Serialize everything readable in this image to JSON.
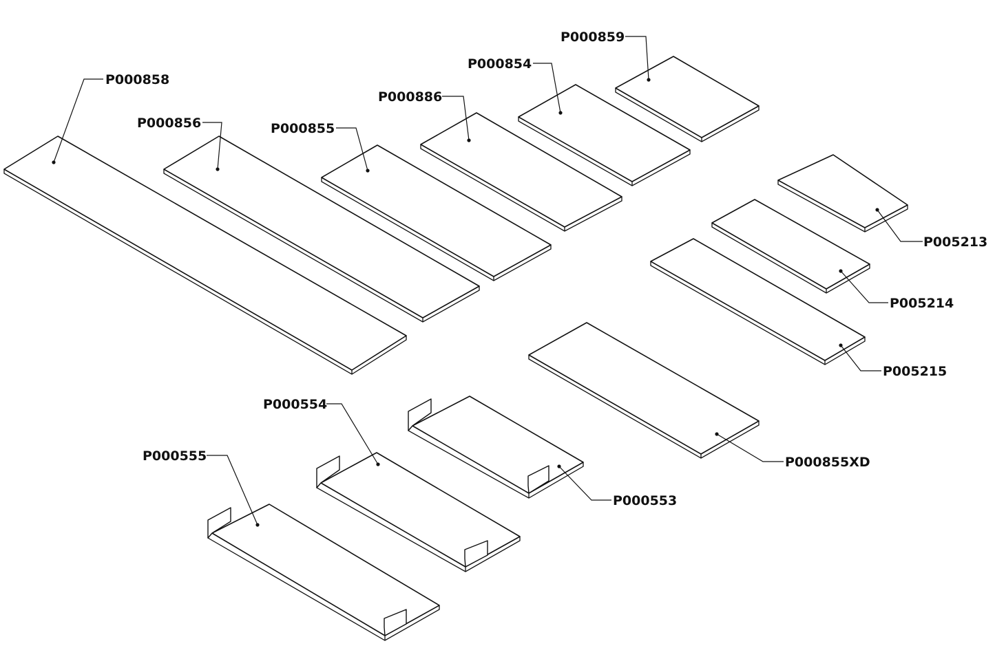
{
  "labels": {
    "p000858": "P000858",
    "p000856": "P000856",
    "p000855": "P000855",
    "p000886": "P000886",
    "p000854": "P000854",
    "p000859": "P000859",
    "p005213": "P005213",
    "p005214": "P005214",
    "p005215": "P005215",
    "p000855xd": "P000855XD",
    "p000554": "P000554",
    "p000555": "P000555",
    "p000553": "P000553"
  }
}
